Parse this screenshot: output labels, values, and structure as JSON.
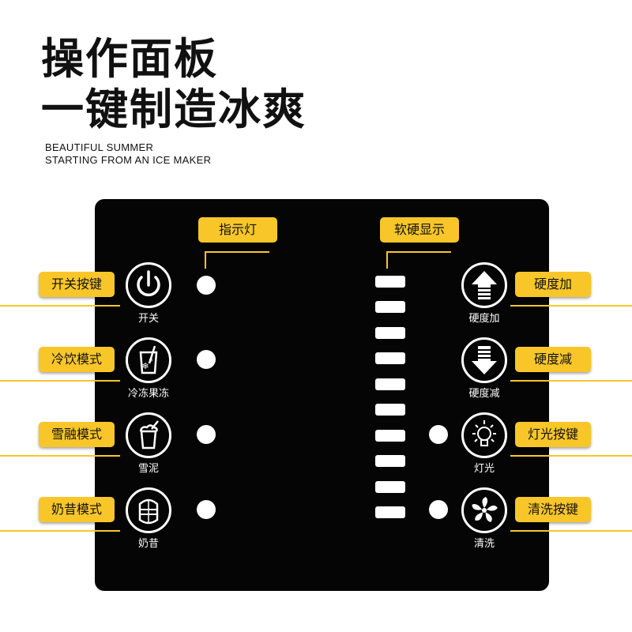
{
  "header": {
    "title_line1": "操作面板",
    "title_line2": "一键制造冰爽",
    "subtitle_line1": "BEAUTIFUL SUMMER",
    "subtitle_line2": "STARTING FROM AN ICE MAKER"
  },
  "panel": {
    "indicator_label": "指示灯",
    "hardness_display_label": "软硬显示",
    "hardness_levels": 10,
    "left_buttons": [
      {
        "callout": "开关按键",
        "label": "开关",
        "icon": "power-icon"
      },
      {
        "callout": "冷饮模式",
        "label": "冷冻果冻",
        "icon": "cold-drink-icon"
      },
      {
        "callout": "雪融模式",
        "label": "雪泥",
        "icon": "slush-icon"
      },
      {
        "callout": "奶昔模式",
        "label": "奶昔",
        "icon": "milkshake-icon"
      }
    ],
    "right_buttons": [
      {
        "callout": "硬度加",
        "label": "硬度加",
        "icon": "arrow-up-icon"
      },
      {
        "callout": "硬度减",
        "label": "硬度减",
        "icon": "arrow-down-icon"
      },
      {
        "callout": "灯光按键",
        "label": "灯光",
        "icon": "light-bulb-icon"
      },
      {
        "callout": "清洗按键",
        "label": "清洗",
        "icon": "fan-icon"
      }
    ]
  },
  "colors": {
    "accent": "#f8c629",
    "panel": "#050505",
    "text": "#111111"
  }
}
